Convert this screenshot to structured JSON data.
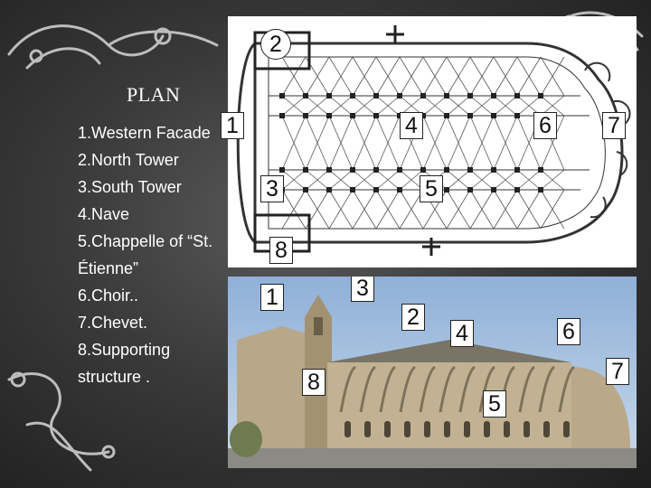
{
  "title": "PLAN",
  "legend": [
    "1.Western Facade",
    "2.North Tower",
    "3.South Tower",
    "4.Nave",
    "5.Chappelle of “St.",
    "Étienne”",
    "6.Choir..",
    "7.Chevet.",
    "8.Supporting",
    "structure ."
  ],
  "plan_labels": {
    "l1": "1",
    "l2": "2",
    "l3": "3",
    "l4": "4",
    "l5": "5",
    "l6": "6",
    "l7": "7",
    "l8": "8"
  },
  "photo_labels": {
    "l1": "1",
    "l2": "2",
    "l3": "3",
    "l4": "4",
    "l5": "5",
    "l6": "6",
    "l7": "7",
    "l8": "8"
  },
  "colors": {
    "background": "#3a3a3a",
    "text": "#ffffff",
    "plan_ink": "#222222"
  }
}
